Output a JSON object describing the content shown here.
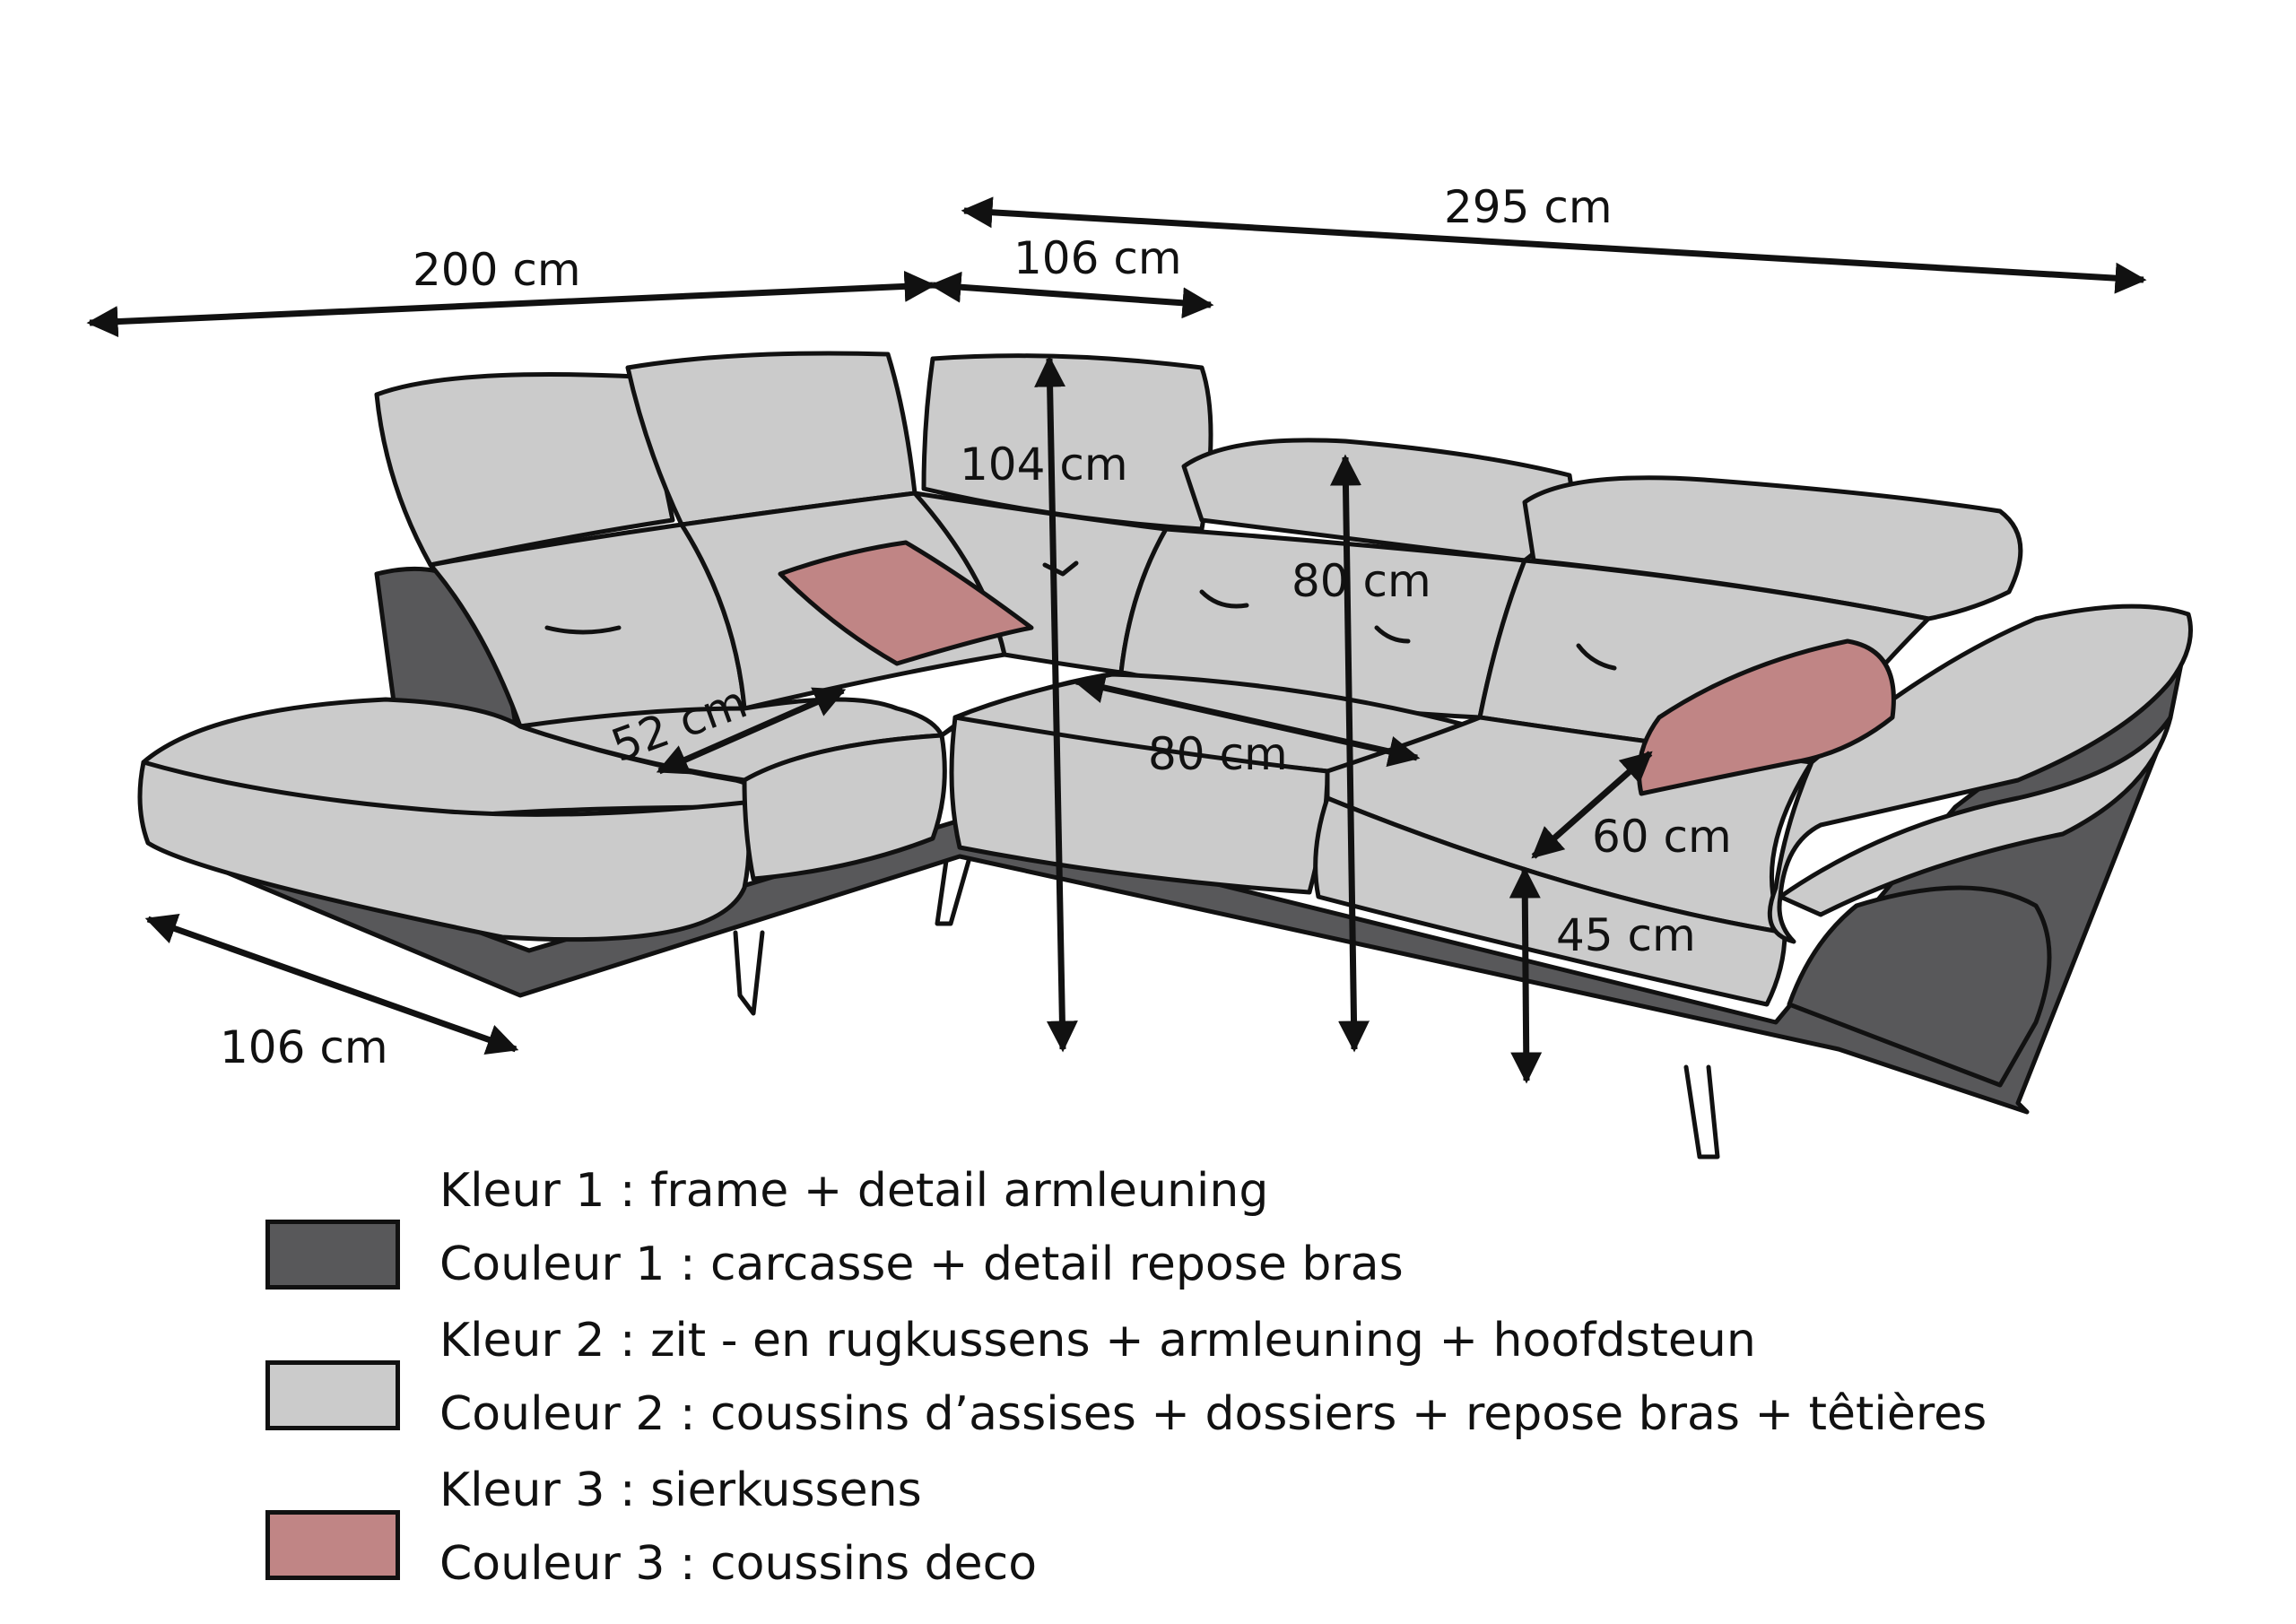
{
  "colors": {
    "frame": "#58585a",
    "fabric": "#cbcbcb",
    "cushion": "#c08585",
    "outline": "#111111"
  },
  "dimensions": {
    "top_left_width": "200 cm",
    "top_mid_width": "106 cm",
    "top_total_width": "295 cm",
    "back_height": "104 cm",
    "inner_back_height": "80 cm",
    "seat_depth_left": "52 cm",
    "seat_width": "80 cm",
    "seat_depth_right": "60 cm",
    "seat_height": "45 cm",
    "chaise_length": "106 cm"
  },
  "legend": [
    {
      "swatch_color": "#58585a",
      "line1": "Kleur 1 : frame + detail armleuning",
      "line2": "Couleur 1 : carcasse + detail repose bras"
    },
    {
      "swatch_color": "#cbcbcb",
      "line1": "Kleur 2 : zit - en rugkussens + armleuning + hoofdsteun",
      "line2": "Couleur 2 : coussins d’assises + dossiers + repose bras + têtières"
    },
    {
      "swatch_color": "#c08585",
      "line1": "Kleur 3 : sierkussens",
      "line2": "Couleur 3 : coussins deco"
    }
  ]
}
